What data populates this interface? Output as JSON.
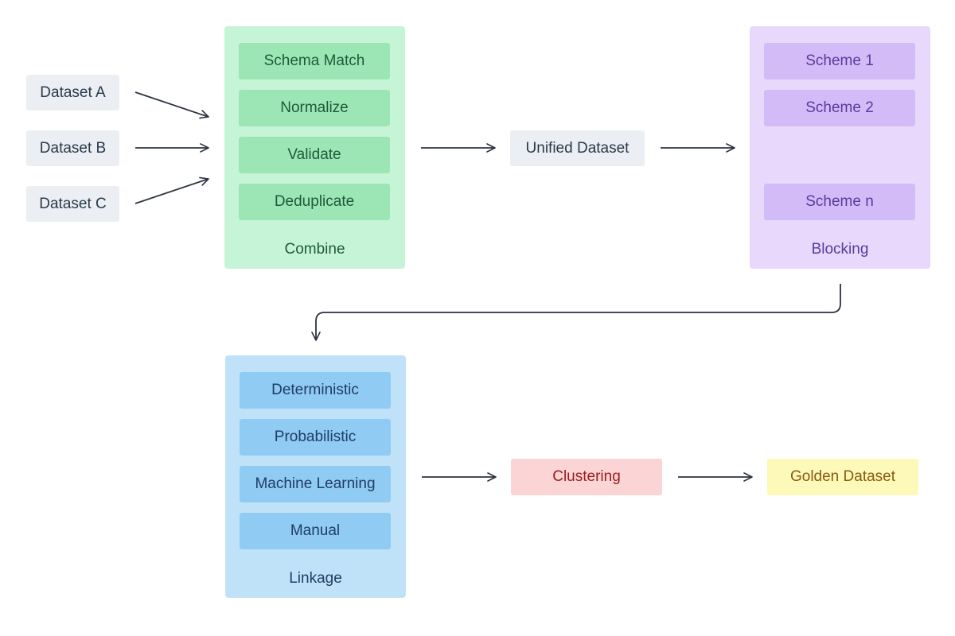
{
  "sources": [
    "Dataset A",
    "Dataset B",
    "Dataset C"
  ],
  "combine": {
    "label": "Combine",
    "items": [
      "Schema Match",
      "Normalize",
      "Validate",
      "Deduplicate"
    ]
  },
  "unified": "Unified Dataset",
  "blocking": {
    "label": "Blocking",
    "items": [
      "Scheme 1",
      "Scheme 2",
      "Scheme n"
    ]
  },
  "linkage": {
    "label": "Linkage",
    "items": [
      "Deterministic",
      "Probabilistic",
      "Machine Learning",
      "Manual"
    ]
  },
  "clustering": "Clustering",
  "golden": "Golden Dataset",
  "colors": {
    "combine_panel": "#c5f5d6",
    "combine_item": "#9be6b4",
    "combine_text": "#1f5a3a",
    "blocking_panel": "#e8d9fc",
    "blocking_item": "#d3bbf8",
    "blocking_text": "#5b3a9e",
    "linkage_panel": "#bfe2f9",
    "linkage_item": "#8fcbf3",
    "linkage_text": "#213d63",
    "clustering_bg": "#fbd5d5",
    "clustering_text": "#9b1c1c",
    "golden_bg": "#fdf9b8",
    "golden_text": "#8a5a12",
    "arrow": "#2b3340"
  }
}
